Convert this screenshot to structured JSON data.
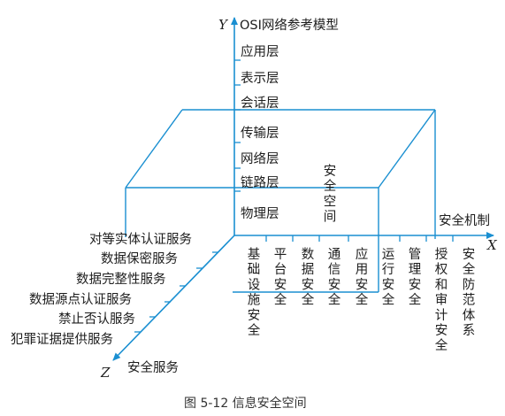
{
  "axes": {
    "y": {
      "letter": "Y",
      "title": "OSI网络参考模型"
    },
    "x": {
      "letter": "X",
      "title": "安全机制"
    },
    "z": {
      "letter": "Z",
      "title": "安全服务"
    }
  },
  "osi_layers": [
    "应用层",
    "表示层",
    "会话层",
    "传输层",
    "网络层",
    "链路层",
    "物理层"
  ],
  "security_mechanisms": [
    "基础设施安全",
    "平台安全",
    "数据安全",
    "通信安全",
    "应用安全",
    "运行安全",
    "管理安全",
    "授权和审计安全",
    "安全防范体系"
  ],
  "security_services": [
    "对等实体认证服务",
    "数据保密服务",
    "数据完整性服务",
    "数据源点认证服务",
    "禁止否认服务",
    "犯罪证据提供服务"
  ],
  "center_label": "安全空间",
  "caption": "图 5-12    信息安全空间",
  "colors": {
    "line": "#1a8fd1",
    "text": "#1d1d1d"
  }
}
